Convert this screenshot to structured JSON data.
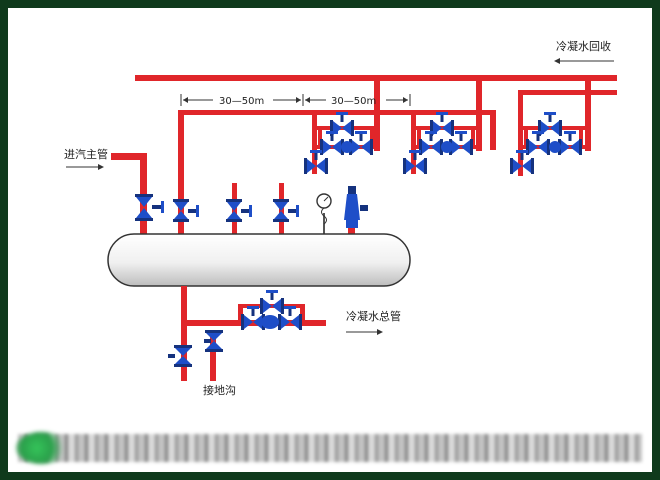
{
  "labels": {
    "condensate_return": "冷凝水回收",
    "steam_main_inlet": "进汽主管",
    "condensate_main": "冷凝水总管",
    "drain_to_trench": "接地沟",
    "spacing_1": "30—50m",
    "spacing_2": "30—50m"
  },
  "colors": {
    "pipe": "#e0262a",
    "valve": "#1e4ec8",
    "valve_dark": "#15327e",
    "vessel": "#f2f2f2",
    "frame": "#0f3a1c"
  },
  "icons": {
    "pressure_gauge": "pressure-gauge-icon",
    "safety_valve": "safety-valve-icon",
    "globe_valve": "globe-valve-icon",
    "steam_trap": "steam-trap-icon",
    "flow_arrow": "arrow-icon"
  }
}
